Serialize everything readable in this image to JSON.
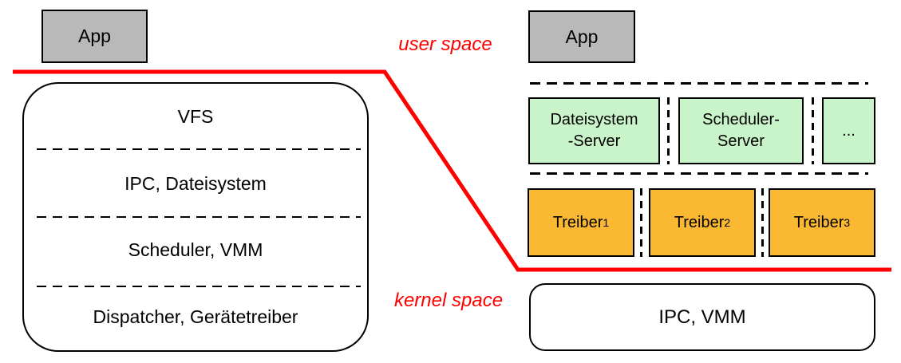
{
  "boundary": {
    "user_label": "user space",
    "kernel_label": "kernel space"
  },
  "colors": {
    "boundary_red": "#fe0000",
    "app_gray": "#b9b9b9",
    "server_green": "#c9f3c8",
    "driver_orange": "#fbb832",
    "outline_black": "#000000"
  },
  "monolithic": {
    "app_label": "App",
    "layers": [
      "VFS",
      "IPC, Dateisystem",
      "Scheduler, VMM",
      "Dispatcher, Gerätetreiber"
    ]
  },
  "microkernel": {
    "app_label": "App",
    "servers": [
      {
        "line1": "Dateisystem",
        "line2": "-Server"
      },
      {
        "line1": "Scheduler-",
        "line2": "Server"
      },
      {
        "line1": "...",
        "line2": ""
      }
    ],
    "drivers": [
      {
        "label": "Treiber",
        "sub": "1"
      },
      {
        "label": "Treiber",
        "sub": "2"
      },
      {
        "label": "Treiber",
        "sub": "3"
      }
    ],
    "kernel_box_label": "IPC, VMM"
  }
}
